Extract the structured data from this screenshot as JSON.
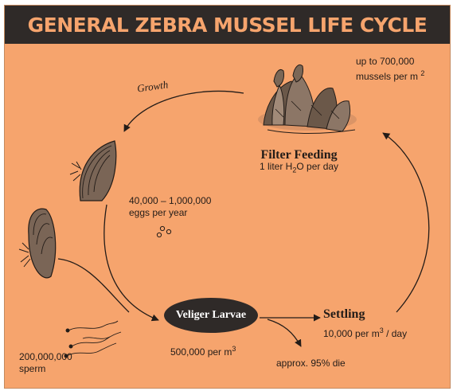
{
  "title": "GENERAL ZEBRA MUSSEL LIFE CYCLE",
  "colors": {
    "background": "#f6a46d",
    "title_bar": "#2f2a28",
    "title_text": "#f6a46d",
    "ink": "#231c18"
  },
  "labels": {
    "density": {
      "line1": "up to 700,000",
      "line2": "mussels per m",
      "exp": "2"
    },
    "growth": "Growth",
    "filter_feeding": {
      "heading": "Filter Feeding",
      "rate_pre": "1 liter H",
      "rate_sub": "2",
      "rate_post": "O per day"
    },
    "eggs": {
      "line1": "40,000 – 1,000,000",
      "line2": "eggs per year"
    },
    "veliger": "Veliger Larvae",
    "larvae_density": {
      "pre": "500,000 per m",
      "exp": "3"
    },
    "settling": {
      "heading": "Settling",
      "pre": "10,000 per m",
      "exp": "3",
      "post": " / day"
    },
    "mortality": "approx. 95% die",
    "sperm": {
      "line1": "200,000,000",
      "line2": "sperm"
    }
  },
  "icons": [
    "mussel-colony-icon",
    "mussel-shell-icon",
    "mussel-shell-icon",
    "egg-cluster-icon",
    "sperm-icon"
  ]
}
